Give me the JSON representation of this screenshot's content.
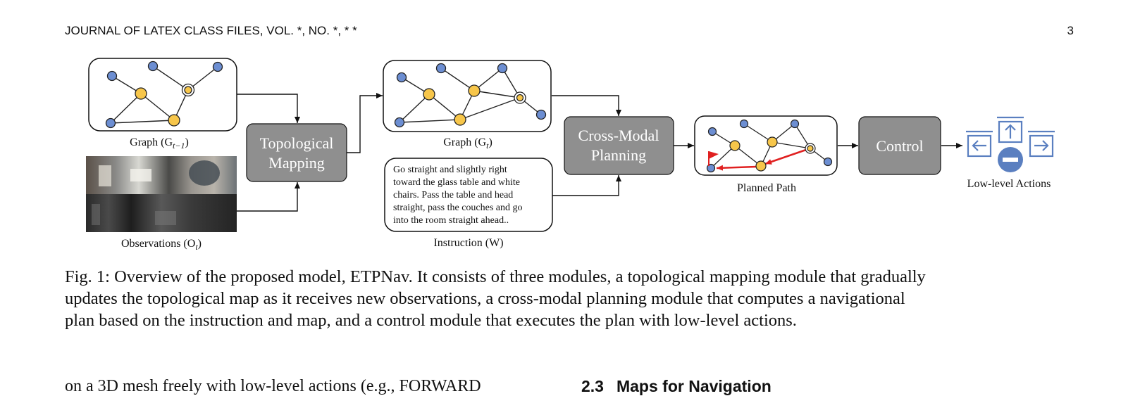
{
  "header": {
    "journal_prefix": "JOURNAL OF ",
    "journal_latex": "LATEX",
    "journal_suffix": " CLASS FILES, VOL. *, NO. *, * *",
    "page_number": "3"
  },
  "figure": {
    "graph_prev_label": "Graph (G",
    "graph_prev_sub": "t−1",
    "graph_cur_label": "Graph (G",
    "graph_cur_sub": "t",
    "observations_label": "Observations (O",
    "observations_sub": "t",
    "topological_line1": "Topological",
    "topological_line2": "Mapping",
    "crossmodal_line1": "Cross-Modal",
    "crossmodal_line2": "Planning",
    "control_label": "Control",
    "planned_path_label": "Planned Path",
    "low_level_label": "Low-level Actions",
    "instruction_label": "Instruction (W)",
    "instruction_lines": [
      "Go straight and slightly right",
      "toward the glass table and white",
      "chairs. Pass the table and head",
      "straight, pass the couches and go",
      "into the room straight ahead.."
    ],
    "colors": {
      "module_gray": "#8f8f8f",
      "node_blue": "#6c8ed2",
      "node_yellow": "#f7c64a",
      "path_red": "#e02020",
      "action_blue": "#5a7fc0"
    }
  },
  "caption": {
    "lines": [
      "Fig. 1: Overview of the proposed model, ETPNav. It consists of three modules, a topological mapping module that gradually",
      "updates the topological map as it receives new observations, a cross-modal planning module that computes a navigational",
      "plan based on the instruction and map, and a control module that executes the plan with low-level actions."
    ]
  },
  "body_text": {
    "left_fragment": "on a 3D mesh freely with low-level actions (e.g., FORWARD",
    "section_number": "2.3",
    "section_title": "Maps for Navigation"
  }
}
